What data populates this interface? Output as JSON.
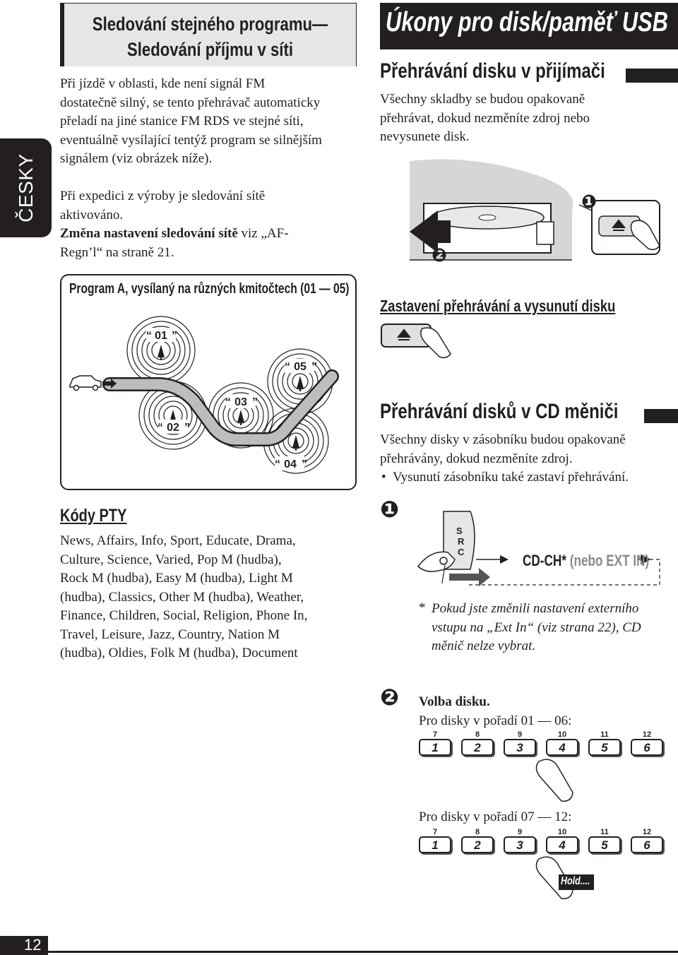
{
  "side_tab": {
    "label": "ČESKY"
  },
  "left": {
    "header_line1": "Sledování stejného programu—",
    "header_line2": "Sledování příjmu v síti",
    "para1": [
      "Při jízdě v oblasti, kde není signál FM",
      "dostatečně silný, se tento přehrávač automaticky",
      "přeladí na jiné stanice FM RDS ve stejné síti,",
      "eventuálně vysílající tentýž program se silnějším",
      "signálem (viz obrázek níže)."
    ],
    "para2_line1": "Při expedici z výroby je sledování sítě",
    "para2_line2": "aktivováno.",
    "para2_bold": "Změna nastavení sledování sítě",
    "para2_rest": " viz „AF-",
    "para2_line4": "Regn’l“ na straně 21.",
    "diagram_caption": "Program A, vysílaný na různých kmitočtech (01 — 05)",
    "stations": [
      "01",
      "02",
      "03",
      "04",
      "05"
    ],
    "pty_title": "Kódy PTY",
    "pty_lines": [
      "News, Affairs, Info, Sport, Educate, Drama,",
      "Culture, Science, Varied, Pop M (hudba),",
      "Rock M (hudba), Easy M (hudba), Light M",
      "(hudba), Classics, Other M (hudba), Weather,",
      "Finance, Children, Social, Religion, Phone In,",
      "Travel, Leisure, Jazz, Country, Nation M",
      "(hudba), Oldies, Folk M (hudba), Document"
    ]
  },
  "right": {
    "header": "Úkony pro disk/paměť USB",
    "sec1_title": "Přehrávání disku v přijímači",
    "sec1_text": [
      "Všechny skladby se budou opakovaně",
      "přehrávat, dokud nezměníte zdroj nebo",
      "nevysunete disk."
    ],
    "step1_num": "❶",
    "step2_num": "❷",
    "sub1_title": "Zastavení přehrávání a vysunutí disku",
    "sec2_title": "Přehrávání disků v CD měniči",
    "sec2_text": [
      "Všechny disky v zásobníku budou opakovaně",
      "přehrávány, dokud nezměníte zdroj."
    ],
    "sec2_bullet": "Vysunutí zásobníku také zastaví přehrávání.",
    "src_letters": [
      "S",
      "R",
      "C"
    ],
    "cdch_label": "CD-CH*",
    "cdch_alt": "(nebo EXT IN)",
    "footnote_mark": "*",
    "footnote": [
      "Pokud jste změnili nastavení externího",
      "vstupu na „Ext In“ (viz strana 22), CD",
      "měnič nelze vybrat."
    ],
    "step2_title": "Volba disku.",
    "disc_range1": "Pro disky v pořadí 01 — 06:",
    "disc_range2": "Pro disky v pořadí 07 — 12:",
    "btn_top": [
      "7",
      "8",
      "9",
      "10",
      "11",
      "12"
    ],
    "btn_main": [
      "1",
      "2",
      "3",
      "4",
      "5",
      "6"
    ],
    "hold_label": "Hold...."
  },
  "page_number": "12"
}
